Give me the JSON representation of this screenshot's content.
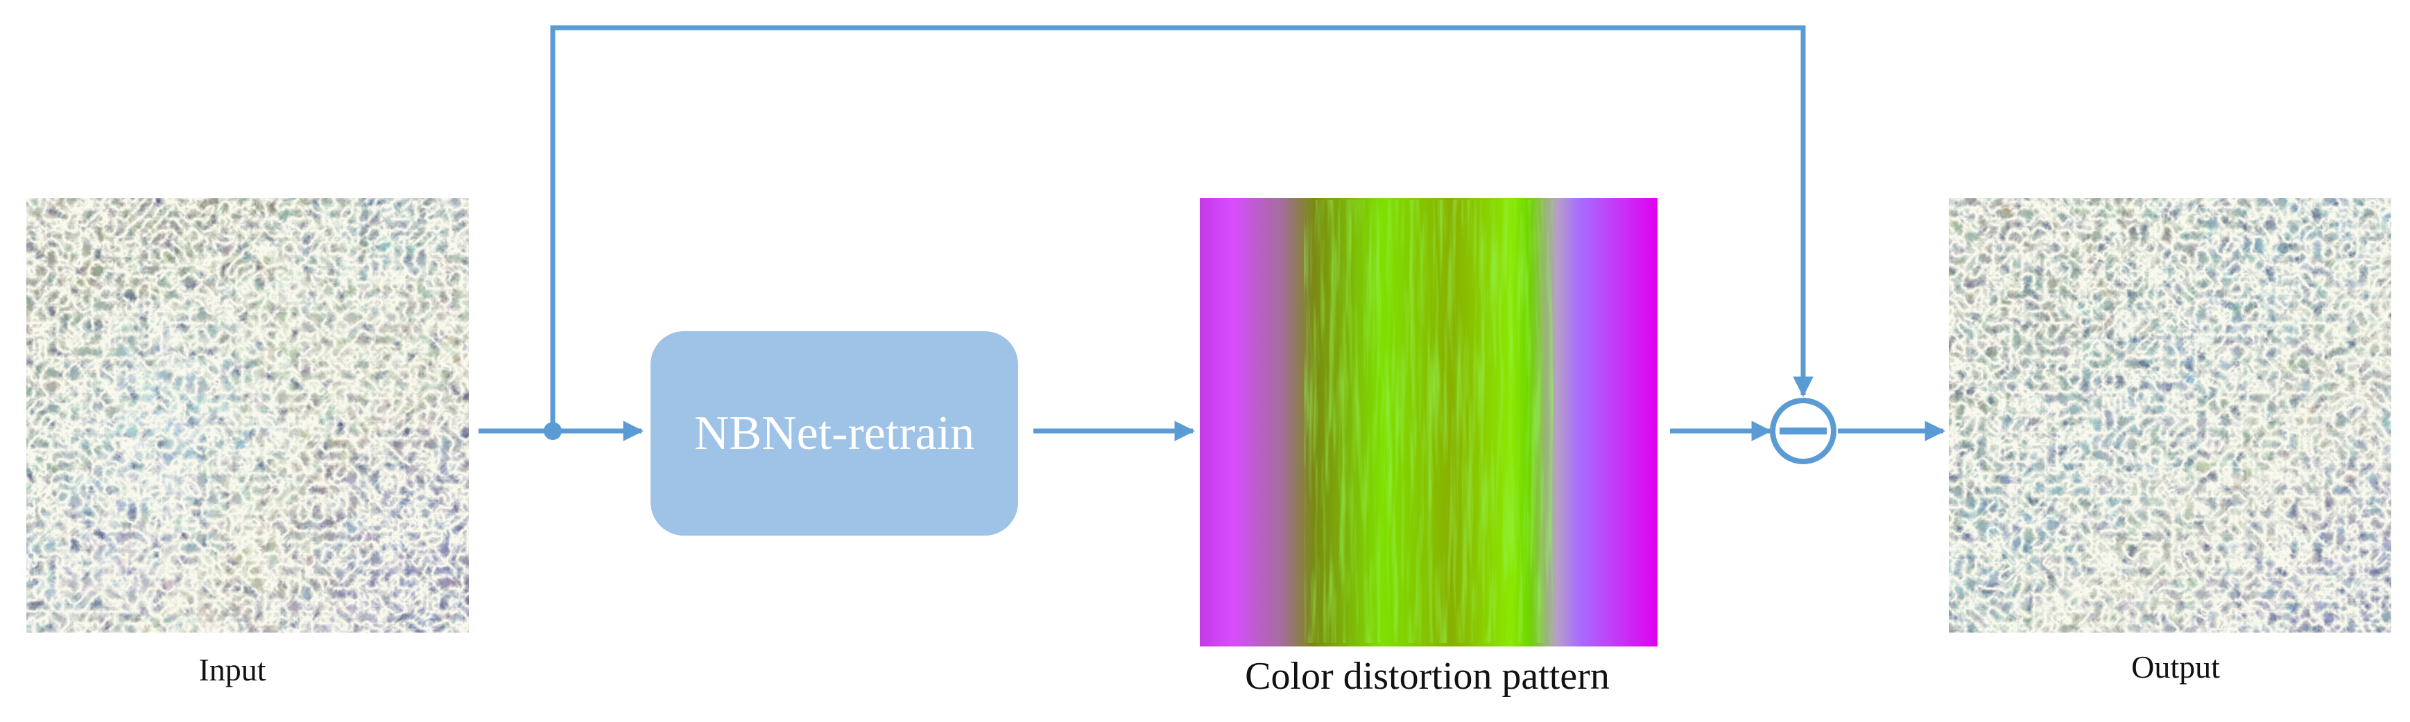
{
  "labels": {
    "input": "Input",
    "pattern": "Color distortion pattern",
    "output": "Output"
  },
  "module": {
    "name": "NBNet-retrain"
  },
  "operators": {
    "subtract": "minus-circle-icon"
  },
  "colors": {
    "arrow": "#5b9bd5",
    "module_fill": "#9fc3e6",
    "module_text": "#ffffff",
    "pattern_magenta": "#d53cff",
    "pattern_green": "#7dff00",
    "pattern_olive": "#8a8a10"
  }
}
